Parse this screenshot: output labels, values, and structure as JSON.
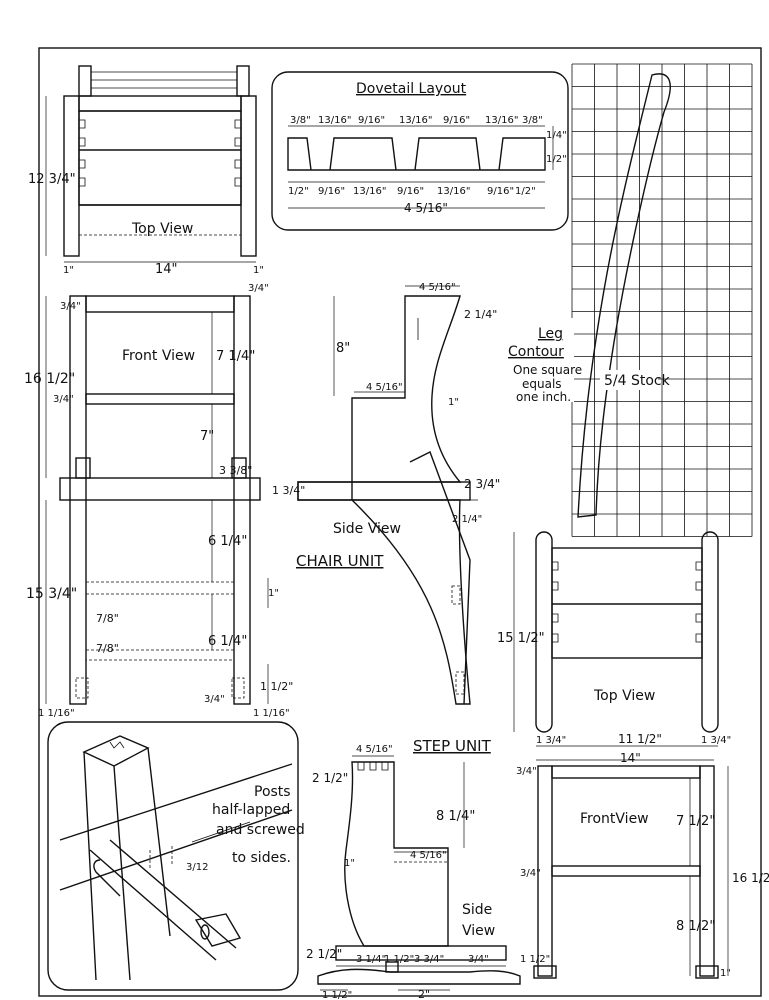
{
  "dovetail": {
    "title": "Dovetail Layout",
    "top_dims": [
      "3/8\"",
      "13/16\"",
      "9/16\"",
      "13/16\"",
      "9/16\"",
      "13/16\"",
      "3/8\""
    ],
    "bottom_dims": [
      "1/2\"",
      "9/16\"",
      "13/16\"",
      "9/16\"",
      "13/16\"",
      "9/16\"",
      "1/2\""
    ],
    "right_dims": [
      "1/4\"",
      "1/2\""
    ],
    "total": "4 5/16\""
  },
  "chair_top": {
    "label": "Top View",
    "height": "12 3/4\"",
    "width": "14\"",
    "edge_left": "1\"",
    "edge_right": "1\""
  },
  "chair_front": {
    "label": "Front View",
    "top_edge": "3/4\"",
    "top_right": "3/4\"",
    "height_upper": "16 1/2\"",
    "height_lower": "15 3/4\"",
    "d1": "7 1/4\"",
    "d2": "3/4\"",
    "d3": "7\"",
    "d4": "3 3/8\"",
    "d5": "1 3/4\"",
    "d6": "6 1/4\"",
    "d7": "1\"",
    "d8": "7/8\"",
    "d9": "7/8\"",
    "d10": "6 1/4\"",
    "d11": "1 1/2\"",
    "d12": "3/4\"",
    "bottom_left": "1 1/16\"",
    "bottom_right": "1 1/16\""
  },
  "chair_side": {
    "label": "Side View",
    "unit_label": "CHAIR UNIT",
    "top_width": "4 5/16\"",
    "top_right": "2 1/4\"",
    "height": "8\"",
    "mid_width": "4 5/16\"",
    "mid_right": "1\"",
    "lower_right": "2 3/4\"",
    "foot": "2 1/4\""
  },
  "leg": {
    "label_1": "Leg",
    "label_2": "Contour",
    "note_1": "One square",
    "note_2": "equals",
    "note_3": "one inch.",
    "stock": "5/4 Stock"
  },
  "step_top": {
    "label": "Top View",
    "height": "15 1/2\"",
    "width": "11 1/2\"",
    "edge_left": "1 3/4\"",
    "edge_right": "1 3/4\""
  },
  "step_side": {
    "label": "STEP UNIT",
    "side_1": "Side",
    "side_2": "View",
    "top_width": "4 5/16\"",
    "top_left": "2 1/2\"",
    "height": "8 1/4\"",
    "mid_width": "4 5/16\"",
    "mid_left": "1\"",
    "bottom_left": "2 1/2\"",
    "b1": "3 1/4\"",
    "b2": "1 1/2\"",
    "b3": "3 3/4\"",
    "b4": "3/4\"",
    "foot_left": "1 1/2\"",
    "foot_mid": "2\""
  },
  "step_front": {
    "label": "FrontView",
    "width": "14\"",
    "top_edge": "3/4\"",
    "mid_edge": "3/4\"",
    "d1": "7 1/2\"",
    "d2": "8 1/2\"",
    "height": "16 1/2\"",
    "bottom_left": "1 1/2\"",
    "bottom_right": "1\""
  },
  "detail": {
    "note_1": "Posts",
    "note_2": "half-lapped",
    "note_3": "and screwed",
    "note_4": "to sides.",
    "mark": "3/12"
  }
}
